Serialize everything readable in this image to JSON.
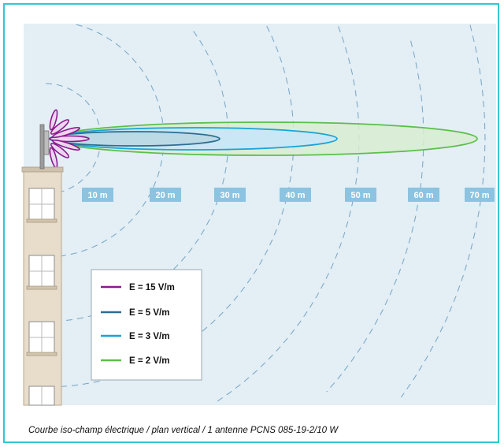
{
  "distance_markers": [
    {
      "label": "10 m"
    },
    {
      "label": "20 m"
    },
    {
      "label": "30 m"
    },
    {
      "label": "40 m"
    },
    {
      "label": "50 m"
    },
    {
      "label": "60 m"
    },
    {
      "label": "70 m"
    }
  ],
  "legend": [
    {
      "label": "E = 15 V/m",
      "color": "#8b1a8e"
    },
    {
      "label": "E = 5 V/m",
      "color": "#2c6e8f"
    },
    {
      "label": "E = 3 V/m",
      "color": "#1aa3d9"
    },
    {
      "label": "E = 2 V/m",
      "color": "#5cbf4a"
    }
  ],
  "caption": "Courbe iso-champ électrique / plan vertical / 1 antenne PCNS 085-19-2/10 W",
  "colors": {
    "background": "#e3eff5",
    "frame": "#35c6d0",
    "building": "#e8dccb",
    "marker_box": "#8cc3e0",
    "wave_lines": "#7fa9c8"
  }
}
